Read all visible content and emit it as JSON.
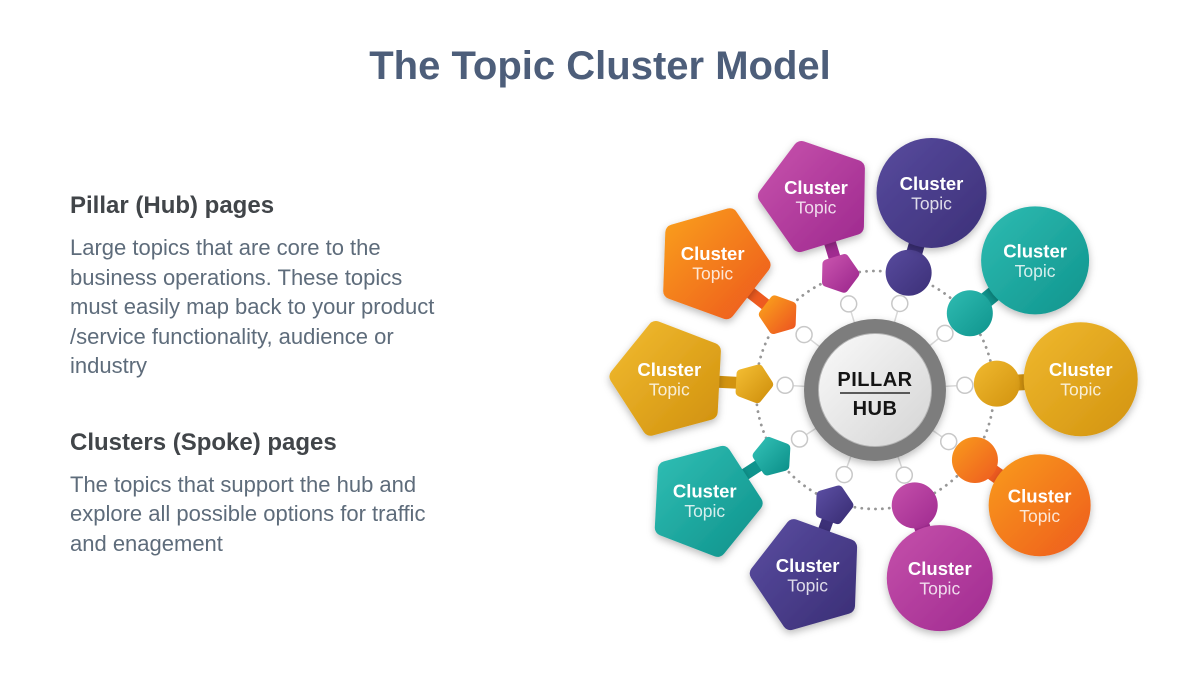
{
  "title": "The Topic Cluster Model",
  "title_color": "#4d5e7a",
  "sections": [
    {
      "heading": "Pillar (Hub) pages",
      "body": "Large topics that are core to the\nbusiness operations. These topics\nmust easily map back to your product\n/service functionality, audience or\nindustry"
    },
    {
      "heading": "Clusters (Spoke) pages",
      "body": "The topics that support the hub and\nexplore all possible options for traffic\nand enagement"
    }
  ],
  "text_colors": {
    "heading": "#414549",
    "body": "#5e6c7b"
  },
  "hub": {
    "line1": "PILLAR",
    "line2": "HUB",
    "ring_color": "#7d7d7d",
    "face_light": "#fafafa",
    "face_dark": "#d4d4d4"
  },
  "diagram": {
    "palette": {
      "magenta": [
        "#c550ab",
        "#a02b90"
      ],
      "purple": [
        "#584b9e",
        "#3c3078"
      ],
      "teal": [
        "#2fbcb2",
        "#0f948d"
      ],
      "gold": [
        "#f0b92f",
        "#d2930f"
      ],
      "orange": [
        "#f99c1c",
        "#ee5b20"
      ]
    },
    "ring": {
      "dot_color": "#979797",
      "spoke_color": "#d8d8d8",
      "node_fill": "#ffffff",
      "node_ring": "#c8c8c8"
    },
    "clusters": [
      {
        "label": "Cluster",
        "sublabel": "Topic",
        "shape": "pentagon",
        "color": "magenta",
        "angle": -107,
        "dist": 202,
        "size": 50
      },
      {
        "label": "Cluster",
        "sublabel": "Topic",
        "shape": "circle",
        "color": "purple",
        "angle": -74,
        "dist": 205,
        "size": 55
      },
      {
        "label": "Cluster",
        "sublabel": "Topic",
        "shape": "circle",
        "color": "teal",
        "angle": -39,
        "dist": 206,
        "size": 54
      },
      {
        "label": "Cluster",
        "sublabel": "Topic",
        "shape": "circle",
        "color": "gold",
        "angle": -3,
        "dist": 206,
        "size": 57
      },
      {
        "label": "Cluster",
        "sublabel": "Topic",
        "shape": "circle",
        "color": "orange",
        "angle": 35,
        "dist": 201,
        "size": 51
      },
      {
        "label": "Cluster",
        "sublabel": "Topic",
        "shape": "circle",
        "color": "magenta",
        "angle": 71,
        "dist": 199,
        "size": 53
      },
      {
        "label": "Cluster",
        "sublabel": "Topic",
        "shape": "pentagon",
        "color": "purple",
        "angle": 110,
        "dist": 197,
        "size": 50
      },
      {
        "label": "Cluster",
        "sublabel": "Topic",
        "shape": "pentagon",
        "color": "teal",
        "angle": 147,
        "dist": 203,
        "size": 50
      },
      {
        "label": "Cluster",
        "sublabel": "Topic",
        "shape": "pentagon",
        "color": "gold",
        "angle": 183,
        "dist": 206,
        "size": 52
      },
      {
        "label": "Cluster",
        "sublabel": "Topic",
        "shape": "pentagon",
        "color": "orange",
        "angle": 218,
        "dist": 206,
        "size": 50
      }
    ]
  }
}
